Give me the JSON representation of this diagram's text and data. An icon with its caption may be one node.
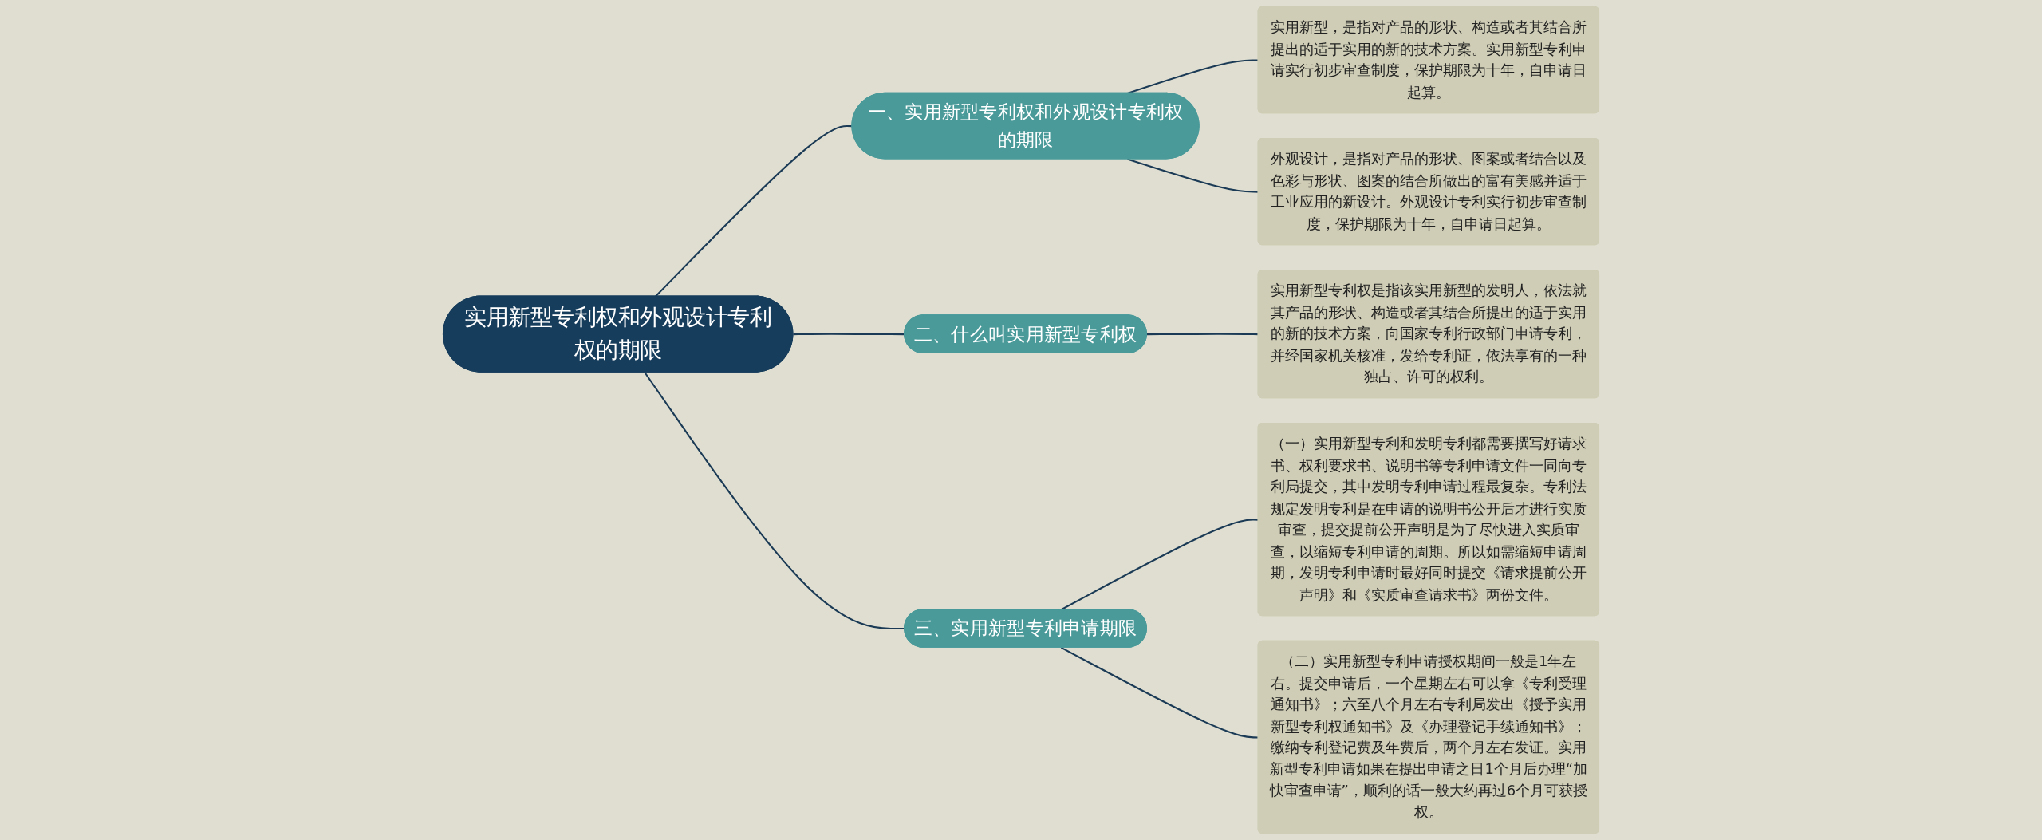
{
  "diagram": {
    "nodes": [
      {
        "text": [
          "实用新型专利权和外观设计专利权的期限"
        ]
      },
      {
        "text": [
          "一、实用新型专利权和外观设计专利权的期限"
        ]
      },
      {
        "text": [
          "实用新型，是指对产品的形状、构造或者其结合所提出的适于实用的新的技术方案。实用新型专利申请实行初步审查制度，保护期限为十年，自申请日起算。"
        ]
      },
      {
        "text": [
          "外观设计，是指对产品的形状、图案或者结合以及色彩与形状、图案的结合所做出的富有美感并适于工业应用的新设计。外观设计专利实行初步审查制度，保护期限为十年，自申请日起算。"
        ]
      },
      {
        "text": [
          "二、什么叫实用新型专利权"
        ]
      },
      {
        "text": [
          "实用新型专利权是指该实用新型的发明人，依法就其产品的形状、构造或者其结合所提出的适于实用的新的技术方案，向国家专利行政部门申请专利，并经国家机关核准，发给专利证，依法享有的一种独占、许可的权利。"
        ]
      },
      {
        "text": [
          "三、实用新型专利申请期限"
        ]
      },
      {
        "text": [
          "（一）实用新型专利和发明专利都需要撰写好请求书、权利要求书、说明书等专利申请文件一同向专利局提交，其中发明专利申请过程最复杂。专利法规定发明专利是在申请的说明书公开后才进行实质审查，提交提前公开声明是为了尽快进入实质审查，以缩短专利申请的周期。所以如需缩短申请周期，发明专利申请时最好同时提交《请求提前公开声明》和《实质审查请求书》两份文件。"
        ]
      },
      {
        "text": [
          "（二）实用新型专利申请授权期间一般是1年左右。提交申请后，一个星期左右可以拿《专利受理通知书》；六至八个月左右专利局发出《授予实用新型专利权通知书》及《办理登记手续通知书》；缴纳专利登记费及年费后，两个月左右发证。实用新型专利申请如果在提出申请之日1个月后办理“加快审查申请”，顺利的话一般大约再过6个月可获授权。"
        ]
      }
    ],
    "edges": [
      {
        "from": 0,
        "to": 1,
        "arrow": "none"
      },
      {
        "from": 1,
        "to": 2,
        "arrow": "none"
      },
      {
        "from": 1,
        "to": 3,
        "arrow": "none"
      },
      {
        "from": 0,
        "to": 4,
        "arrow": "none"
      },
      {
        "from": 4,
        "to": 5,
        "arrow": "none"
      },
      {
        "from": 0,
        "to": 6,
        "arrow": "none"
      },
      {
        "from": 6,
        "to": 7,
        "arrow": "none"
      },
      {
        "from": 6,
        "to": 8,
        "arrow": "none"
      }
    ]
  }
}
